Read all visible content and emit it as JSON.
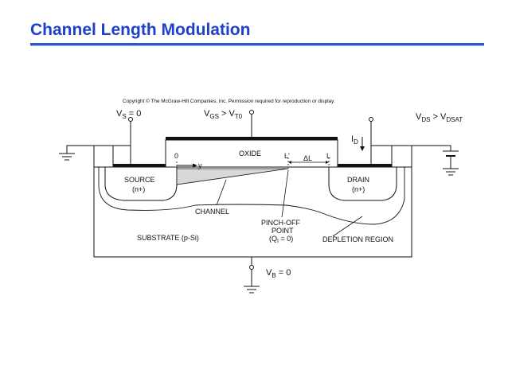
{
  "slide": {
    "title": "Channel Length Modulation"
  },
  "diagram": {
    "copyright": "Copyright © The McGraw-Hill Companies, Inc. Permission required for reproduction or display.",
    "vs": {
      "main": "V",
      "sub": "S",
      "rest": " = 0"
    },
    "vgs": {
      "main": "V",
      "sub": "GS",
      "mid": " > V",
      "sub2": "T0"
    },
    "vds": {
      "main": "V",
      "sub": "DS",
      "mid": "  >  V",
      "sub2": "DSAT"
    },
    "vb": {
      "main": "V",
      "sub": "B",
      "rest": " = 0"
    },
    "id": {
      "main": "I",
      "sub": "D"
    },
    "oxide": "OXIDE",
    "zero": "0",
    "y": "y",
    "l_prime": "L'",
    "delta_l": "ΔL",
    "l": "L",
    "source": "SOURCE",
    "source_type": "(n+)",
    "drain": "DRAIN",
    "drain_type": "(n+)",
    "channel": "CHANNEL",
    "pinch1": "PINCH-OFF",
    "pinch2": "POINT",
    "pinch3": "(Q",
    "pinch3_sub": "I",
    "pinch3_rest": " = 0)",
    "substrate": "SUBSTRATE  (p-Si)",
    "depletion": "DEPLETION REGION"
  }
}
